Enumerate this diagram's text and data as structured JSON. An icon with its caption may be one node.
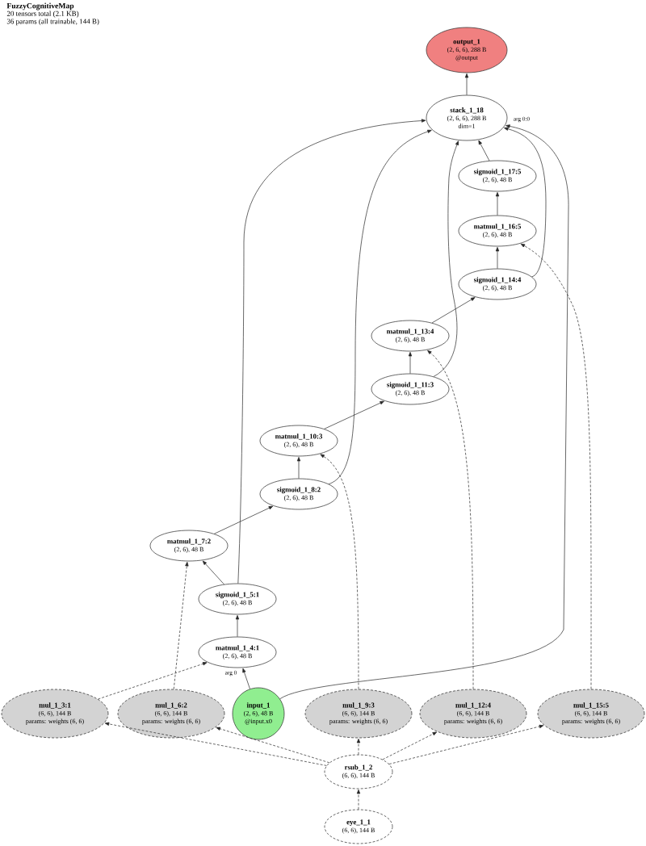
{
  "diagram": {
    "title": "FuzzyCognitiveMap",
    "nodes": [
      {
        "text": [
          "output_1",
          "(2, 6, 6), 288 B",
          "@output"
        ]
      },
      {
        "text": [
          "stack_1_18",
          "(2, 6, 6), 288 B",
          "dim=1"
        ]
      },
      {
        "text": [
          "sigmoid_1_17:5",
          "(2, 6), 48 B"
        ]
      },
      {
        "text": [
          "matmul_1_16:5",
          "(2, 6), 48 B"
        ]
      },
      {
        "text": [
          "sigmoid_1_14:4",
          "(2, 6), 48 B"
        ]
      },
      {
        "text": [
          "matmul_1_13:4",
          "(2, 6), 48 B"
        ]
      },
      {
        "text": [
          "sigmoid_1_11:3",
          "(2, 6), 48 B"
        ]
      },
      {
        "text": [
          "matmul_1_10:3",
          "(2, 6), 48 B"
        ]
      },
      {
        "text": [
          "sigmoid_1_8:2",
          "(2, 6), 48 B"
        ]
      },
      {
        "text": [
          "matmul_1_7:2",
          "(2, 6), 48 B"
        ]
      },
      {
        "text": [
          "sigmoid_1_5:1",
          "(2, 6), 48 B"
        ]
      },
      {
        "text": [
          "matmul_1_4:1",
          "(2, 6), 48 B"
        ]
      },
      {
        "text": [
          "mul_1_3:1",
          "(6, 6), 144 B",
          "params: weights (6, 6)"
        ]
      },
      {
        "text": [
          "mul_1_6:2",
          "(6, 6), 144 B",
          "params: weights (6, 6)"
        ]
      },
      {
        "text": [
          "input_1",
          "(2, 6), 48 B",
          "@input.x0"
        ]
      },
      {
        "text": [
          "mul_1_9:3",
          "(6, 6), 144 B",
          "params: weights (6, 6)"
        ]
      },
      {
        "text": [
          "mul_1_12:4",
          "(6, 6), 144 B",
          "params: weights (6, 6)"
        ]
      },
      {
        "text": [
          "mul_1_15:5",
          "(6, 6), 144 B",
          "params: weights (6, 6)"
        ]
      },
      {
        "text": [
          "rsub_1_2",
          "(6, 6), 144 B"
        ]
      },
      {
        "text": [
          "eye_1_1",
          "(6, 6), 144 B"
        ]
      }
    ],
    "edges": [
      {
        "from": 19,
        "to": 18,
        "arrow": "to",
        "style": "dashed"
      },
      {
        "from": 18,
        "to": 12,
        "arrow": "to",
        "style": "dashed"
      },
      {
        "from": 18,
        "to": 13,
        "arrow": "to",
        "style": "dashed"
      },
      {
        "from": 18,
        "to": 15,
        "arrow": "to",
        "style": "dashed"
      },
      {
        "from": 18,
        "to": 16,
        "arrow": "to",
        "style": "dashed"
      },
      {
        "from": 18,
        "to": 17,
        "arrow": "to",
        "style": "dashed"
      },
      {
        "from": 12,
        "to": 11,
        "arrow": "to",
        "style": "dashed"
      },
      {
        "from": 14,
        "to": 11,
        "arrow": "to",
        "label": "arg 0"
      },
      {
        "from": 14,
        "to": 1,
        "arrow": "to",
        "label": "arg 0:0"
      },
      {
        "from": 11,
        "to": 10,
        "arrow": "to"
      },
      {
        "from": 10,
        "to": 9,
        "arrow": "to"
      },
      {
        "from": 13,
        "to": 9,
        "arrow": "to",
        "style": "dashed"
      },
      {
        "from": 10,
        "to": 1,
        "arrow": "to"
      },
      {
        "from": 9,
        "to": 8,
        "arrow": "to"
      },
      {
        "from": 8,
        "to": 7,
        "arrow": "to"
      },
      {
        "from": 15,
        "to": 7,
        "arrow": "to",
        "style": "dashed"
      },
      {
        "from": 8,
        "to": 1,
        "arrow": "to"
      },
      {
        "from": 7,
        "to": 6,
        "arrow": "to"
      },
      {
        "from": 6,
        "to": 5,
        "arrow": "to"
      },
      {
        "from": 16,
        "to": 5,
        "arrow": "to",
        "style": "dashed"
      },
      {
        "from": 6,
        "to": 1,
        "arrow": "to"
      },
      {
        "from": 5,
        "to": 4,
        "arrow": "to"
      },
      {
        "from": 4,
        "to": 3,
        "arrow": "to"
      },
      {
        "from": 17,
        "to": 3,
        "arrow": "to",
        "style": "dashed"
      },
      {
        "from": 4,
        "to": 1,
        "arrow": "to"
      },
      {
        "from": 3,
        "to": 2,
        "arrow": "to"
      },
      {
        "from": 2,
        "to": 1,
        "arrow": "to"
      },
      {
        "from": 1,
        "to": 0,
        "arrow": "to"
      }
    ],
    "labels": [
      "20 tensors total (2.1 KB)",
      "36 params (all trainable, 144 B)"
    ]
  }
}
